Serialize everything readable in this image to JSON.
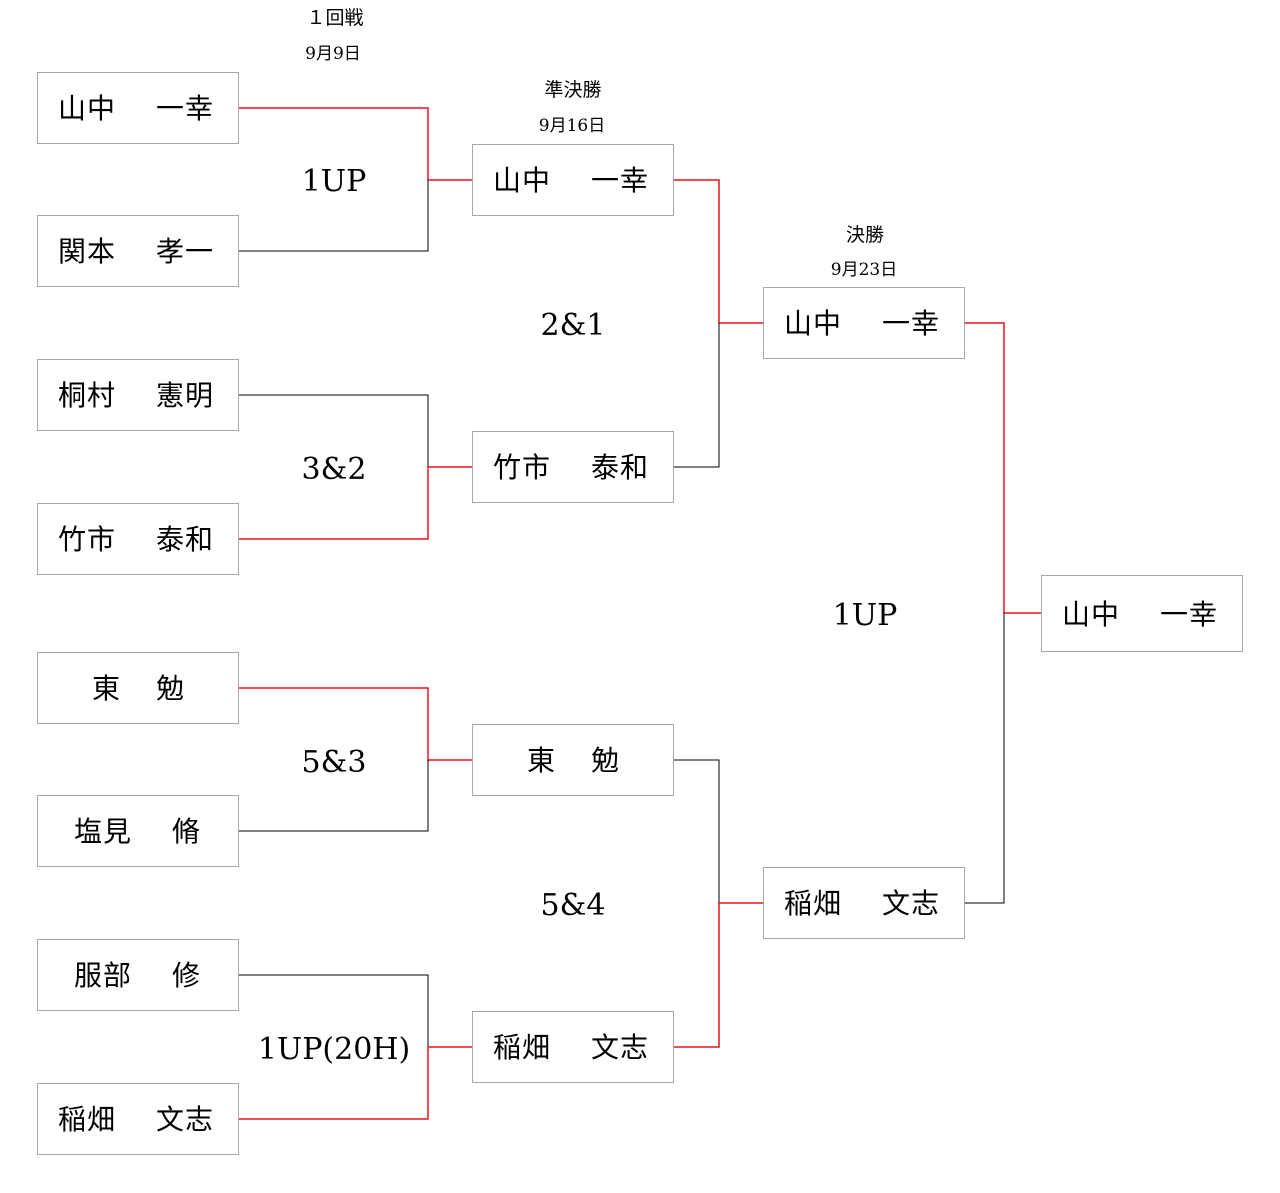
{
  "rounds": {
    "r1": {
      "title": "１回戦",
      "date": "9月9日"
    },
    "semi": {
      "title": "準決勝",
      "date": "9月16日"
    },
    "final": {
      "title": "決勝",
      "date": "9月23日"
    }
  },
  "players": {
    "p1": "山中",
    "p1b": "一幸",
    "p2": "関本",
    "p2b": "孝一",
    "p3": "桐村",
    "p3b": "憲明",
    "p4": "竹市",
    "p4b": "泰和",
    "p5": "東",
    "p5b": "勉",
    "p6": "塩見",
    "p6b": "脩",
    "p7": "服部",
    "p7b": "修",
    "p8": "稲畑",
    "p8b": "文志"
  },
  "semifinalists": {
    "s1": "山中",
    "s1b": "一幸",
    "s2": "竹市",
    "s2b": "泰和",
    "s3": "東",
    "s3b": "勉",
    "s4": "稲畑",
    "s4b": "文志"
  },
  "finalists": {
    "f1": "山中",
    "f1b": "一幸",
    "f2": "稲畑",
    "f2b": "文志"
  },
  "champion": {
    "a": "山中",
    "b": "一幸"
  },
  "scores": {
    "r1_m1": "1UP",
    "r1_m2": "3&2",
    "r1_m3": "5&3",
    "r1_m4": "1UP(20H)",
    "semi_m1": "2&1",
    "semi_m2": "5&4",
    "final_m1": "1UP"
  },
  "colors": {
    "winner_line": "#e8141e",
    "loser_line": "#000000",
    "box_border": "#a8a8a8"
  }
}
